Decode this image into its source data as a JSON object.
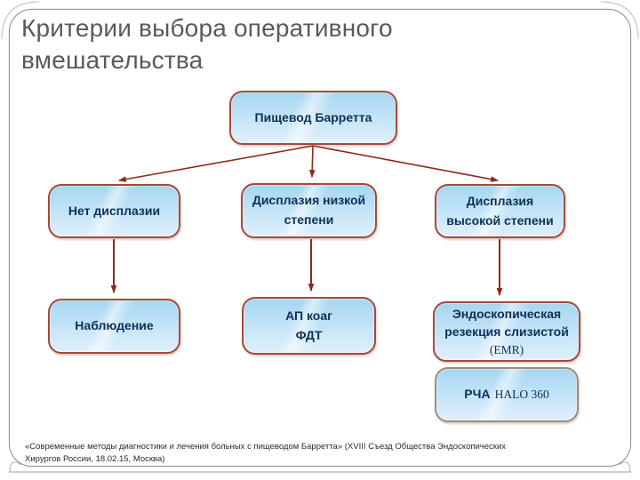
{
  "slide": {
    "title": "Критерии выбора оперативного вмешательства",
    "footer": "«Современные методы диагностики и лечения больных с пищеводом Барретта» (XVIII Съезд Общества Эндоскопических Хирургов России, 18.02.15, Москва)"
  },
  "diagram": {
    "root": {
      "label": "Пищевод Барретта"
    },
    "no_dysplasia": {
      "label": "Нет дисплазии"
    },
    "low_grade": {
      "line1": "Дисплазия низкой",
      "line2": "степени"
    },
    "high_grade": {
      "line1": "Дисплазия",
      "line2": "высокой степени"
    },
    "observation": {
      "label": "Наблюдение"
    },
    "apc_pdt": {
      "line1": "АП коаг",
      "line2": "ФДТ"
    },
    "emr": {
      "line1": "Эндоскопическая",
      "line2": "резекция слизистой",
      "line3": "(EMR)"
    },
    "rfa": {
      "bold": "РЧА",
      "serif": "HALO 360"
    }
  },
  "colors": {
    "node_border": "#a4493c",
    "rfa_border": "#9b8d7d",
    "node_fill_top": "#a6d6f0",
    "node_fill_bottom": "#dff0fb",
    "node_text": "#0e3156",
    "arrow": "#8b2a1a",
    "title_text": "#5a5a5a",
    "frame": "#9a9a9a"
  }
}
